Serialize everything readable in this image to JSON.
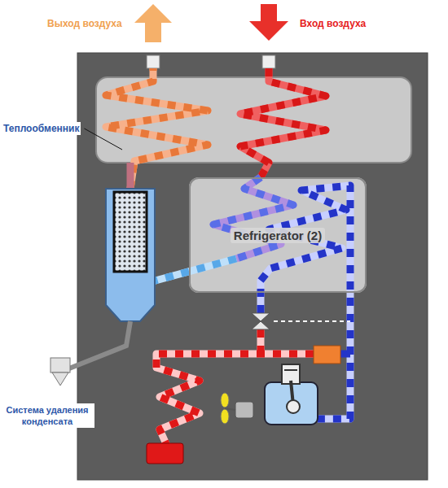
{
  "diagram": {
    "nodes": [
      {
        "text": [
          "Refrigerator (2)"
        ]
      }
    ],
    "labels": [
      "Выход воздуха",
      "Вход воздуха",
      "Теплообменник",
      "Система удаления конденсата"
    ]
  }
}
